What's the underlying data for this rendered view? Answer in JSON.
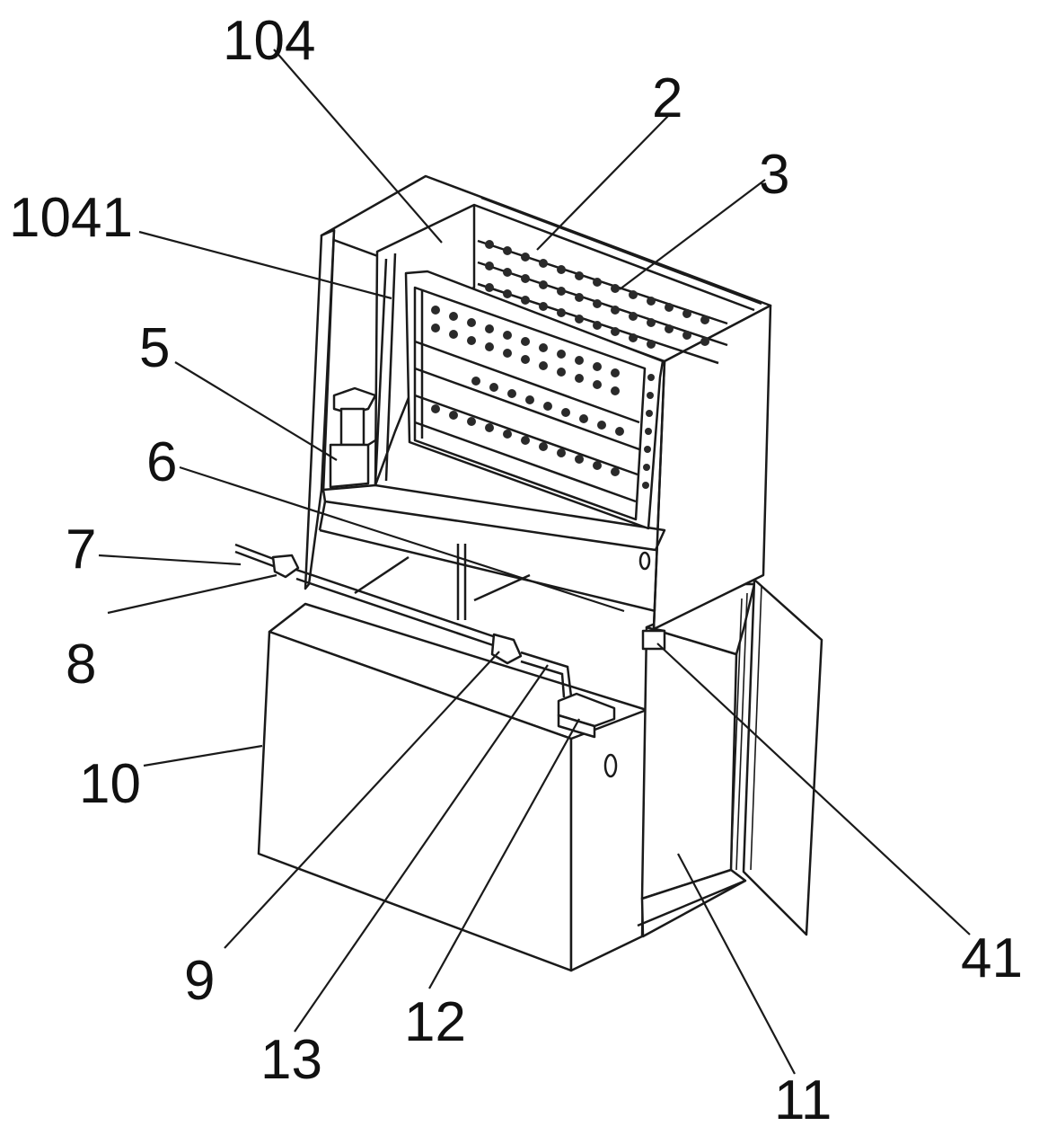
{
  "labels": {
    "l104": "104",
    "l2": "2",
    "l3": "3",
    "l1041": "1041",
    "l5": "5",
    "l6": "6",
    "l7": "7",
    "l8": "8",
    "l10": "10",
    "l9": "9",
    "l13": "13",
    "l12": "12",
    "l11": "11",
    "l41": "41"
  },
  "colors": {
    "line": "#1a1a1a",
    "background": "#ffffff"
  }
}
